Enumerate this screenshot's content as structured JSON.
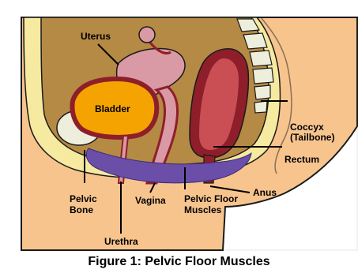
{
  "diagram": {
    "labels": {
      "uterus": "Uterus",
      "bladder": "Bladder",
      "coccyx": "Coccyx",
      "tailbone": "(Tailbone)",
      "rectum": "Rectum",
      "anus": "Anus",
      "pelvic_bone_line1": "Pelvic",
      "pelvic_bone_line2": "Bone",
      "vagina": "Vagina",
      "urethra": "Urethra",
      "pelvic_floor_line1": "Pelvic Floor",
      "pelvic_floor_line2": "Muscles"
    },
    "caption": "Figure 1: Pelvic Floor Muscles",
    "colors": {
      "skin": "#f7c48e",
      "fat": "#f6e9a0",
      "cavity": "#b58a44",
      "bladder": "#f5a300",
      "organ_wall": "#8e1f2a",
      "rectum_inner": "#c94f55",
      "uterus": "#d99aa6",
      "muscle": "#6a4ea8",
      "bone": "#eeeedd"
    }
  }
}
